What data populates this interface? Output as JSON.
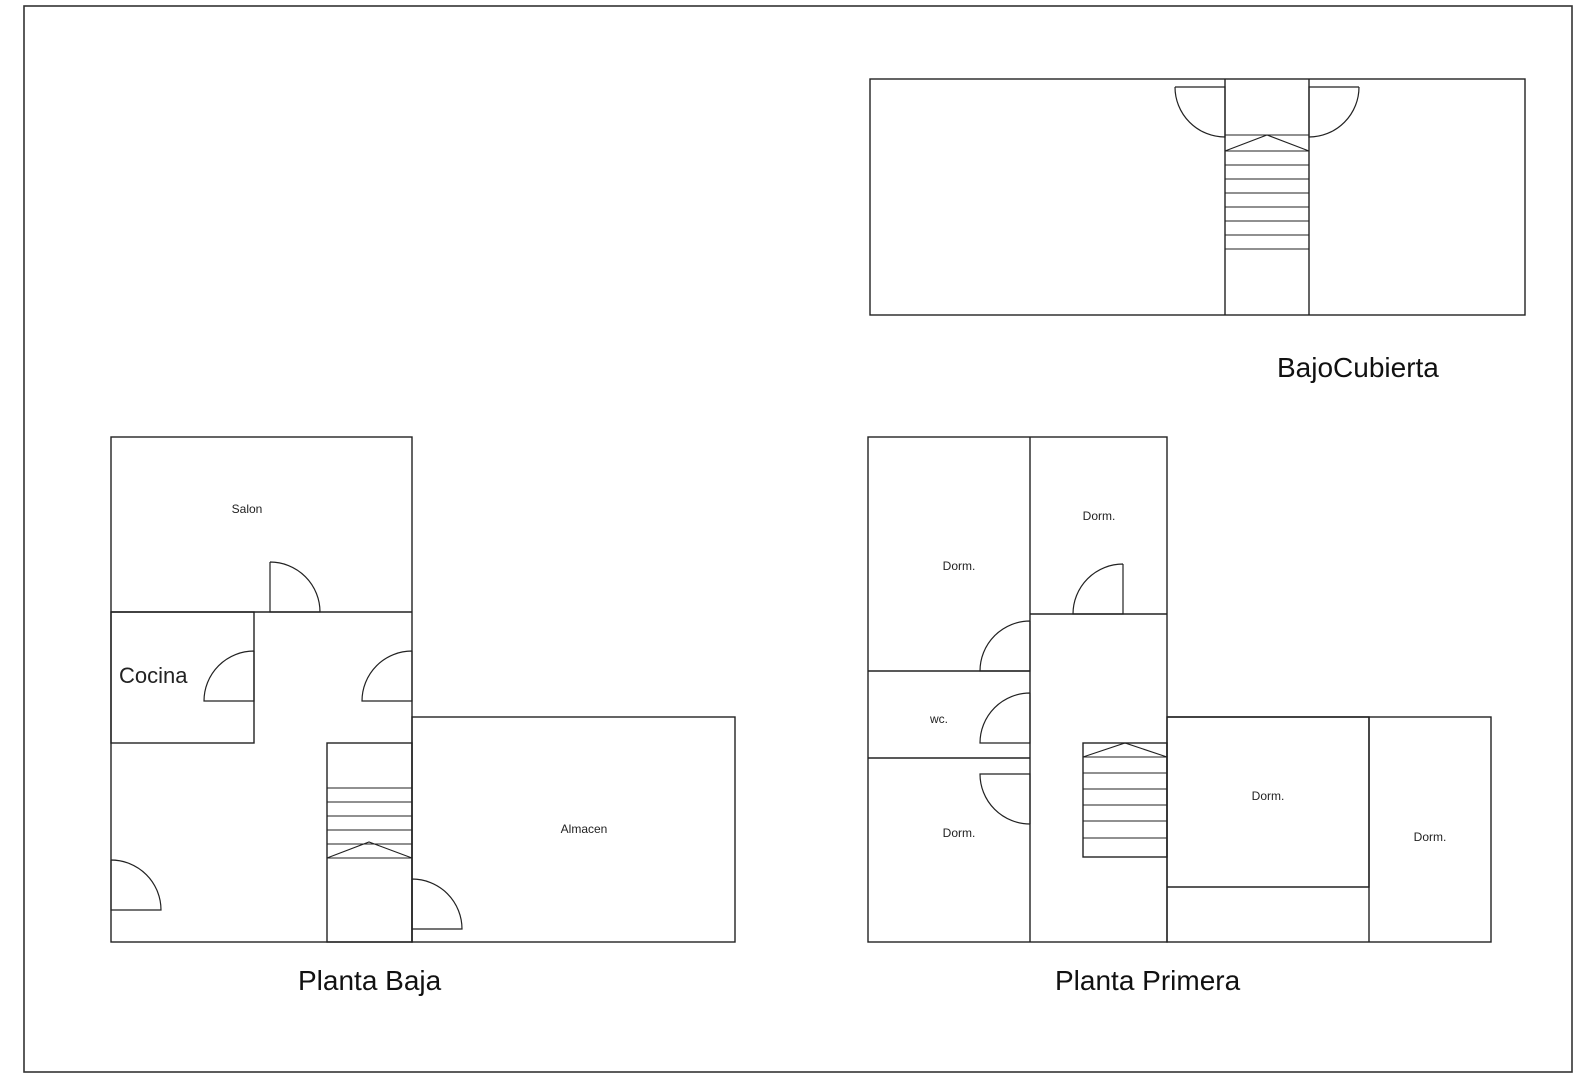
{
  "titles": {
    "bajo_cubierta": "BajoCubierta",
    "planta_baja": "Planta Baja",
    "planta_primera": "Planta Primera"
  },
  "planta_baja": {
    "salon": "Salon",
    "cocina": "Cocina",
    "almacen": "Almacen"
  },
  "planta_primera": {
    "dorm_top_left": "Dorm.",
    "dorm_top_right": "Dorm.",
    "wc": "wc.",
    "dorm_bottom_left": "Dorm.",
    "dorm_center": "Dorm.",
    "dorm_right": "Dorm."
  },
  "colors": {
    "line": "#222222",
    "background": "#ffffff"
  }
}
